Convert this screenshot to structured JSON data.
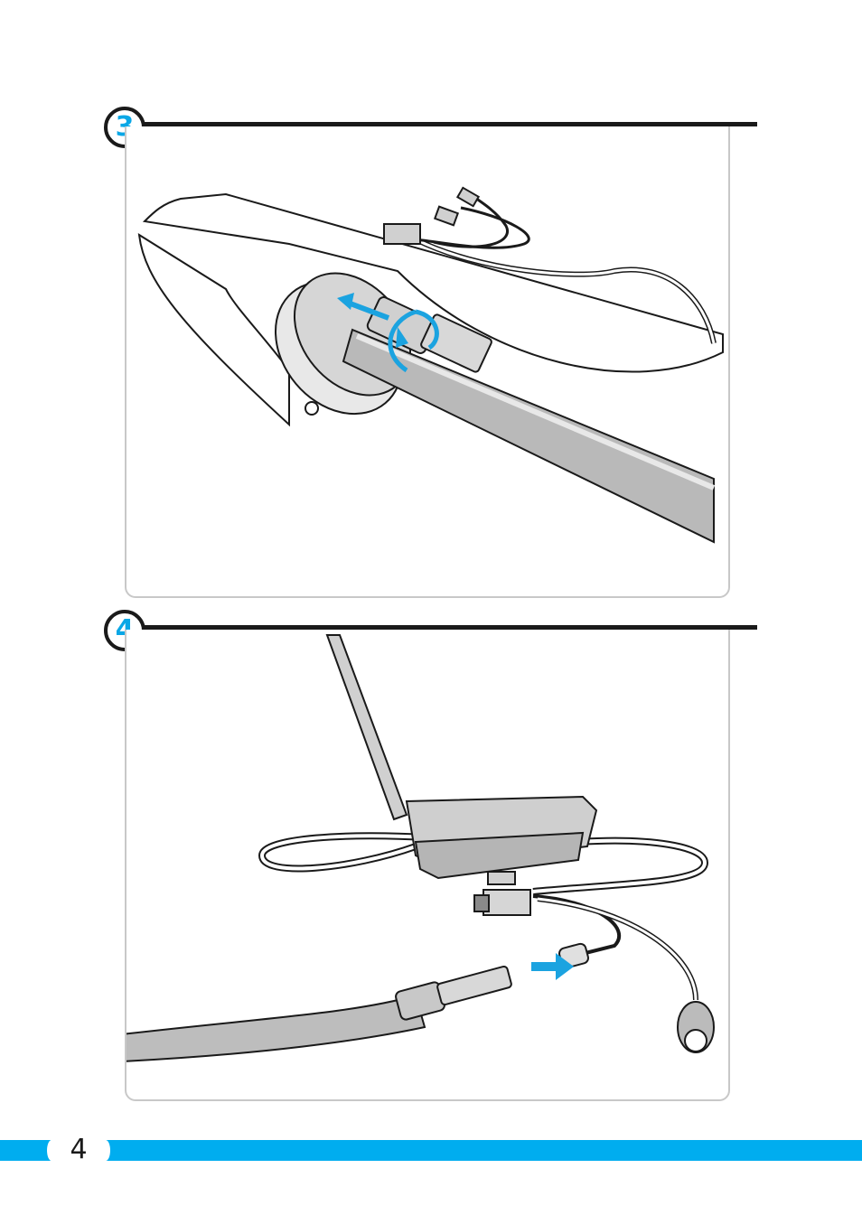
{
  "steps": [
    {
      "number": "3"
    },
    {
      "number": "4"
    }
  ],
  "footer": {
    "page_number": "4",
    "accent_color": "#00adef"
  },
  "colors": {
    "step_number": "#0aa7e6",
    "arrow": "#1ba3e0",
    "line": "#1a1a1a"
  }
}
